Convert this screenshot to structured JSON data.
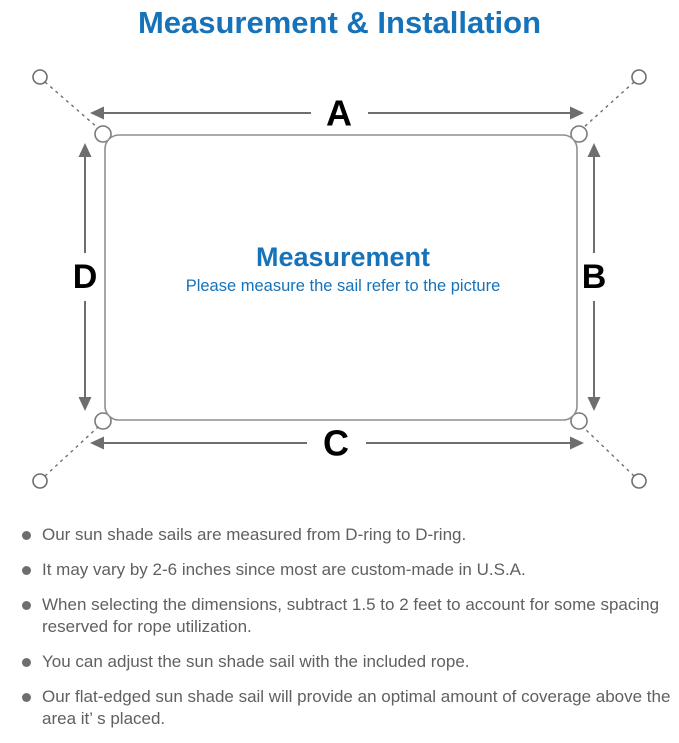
{
  "title": "Measurement & Installation",
  "diagram": {
    "heading": "Measurement",
    "subheading": "Please measure the sail refer to the picture",
    "dimension_labels": {
      "top": "A",
      "right": "B",
      "bottom": "C",
      "left": "D"
    }
  },
  "notes": [
    "Our sun shade sails are measured from D-ring to D-ring.",
    "It may vary by 2-6 inches since most are custom-made in U.S.A.",
    "When selecting the dimensions, subtract 1.5 to 2 feet to account for some spacing reserved for rope utilization.",
    "You can adjust the sun shade sail with the included rope.",
    "Our flat-edged sun shade sail will provide an optimal amount of coverage above the area it’ s placed."
  ],
  "colors": {
    "accent_blue": "#1672b9",
    "line_gray": "#6e6e6e",
    "border_gray": "#8f8f8f",
    "label_black": "#000000",
    "note_text_gray": "#606060"
  }
}
